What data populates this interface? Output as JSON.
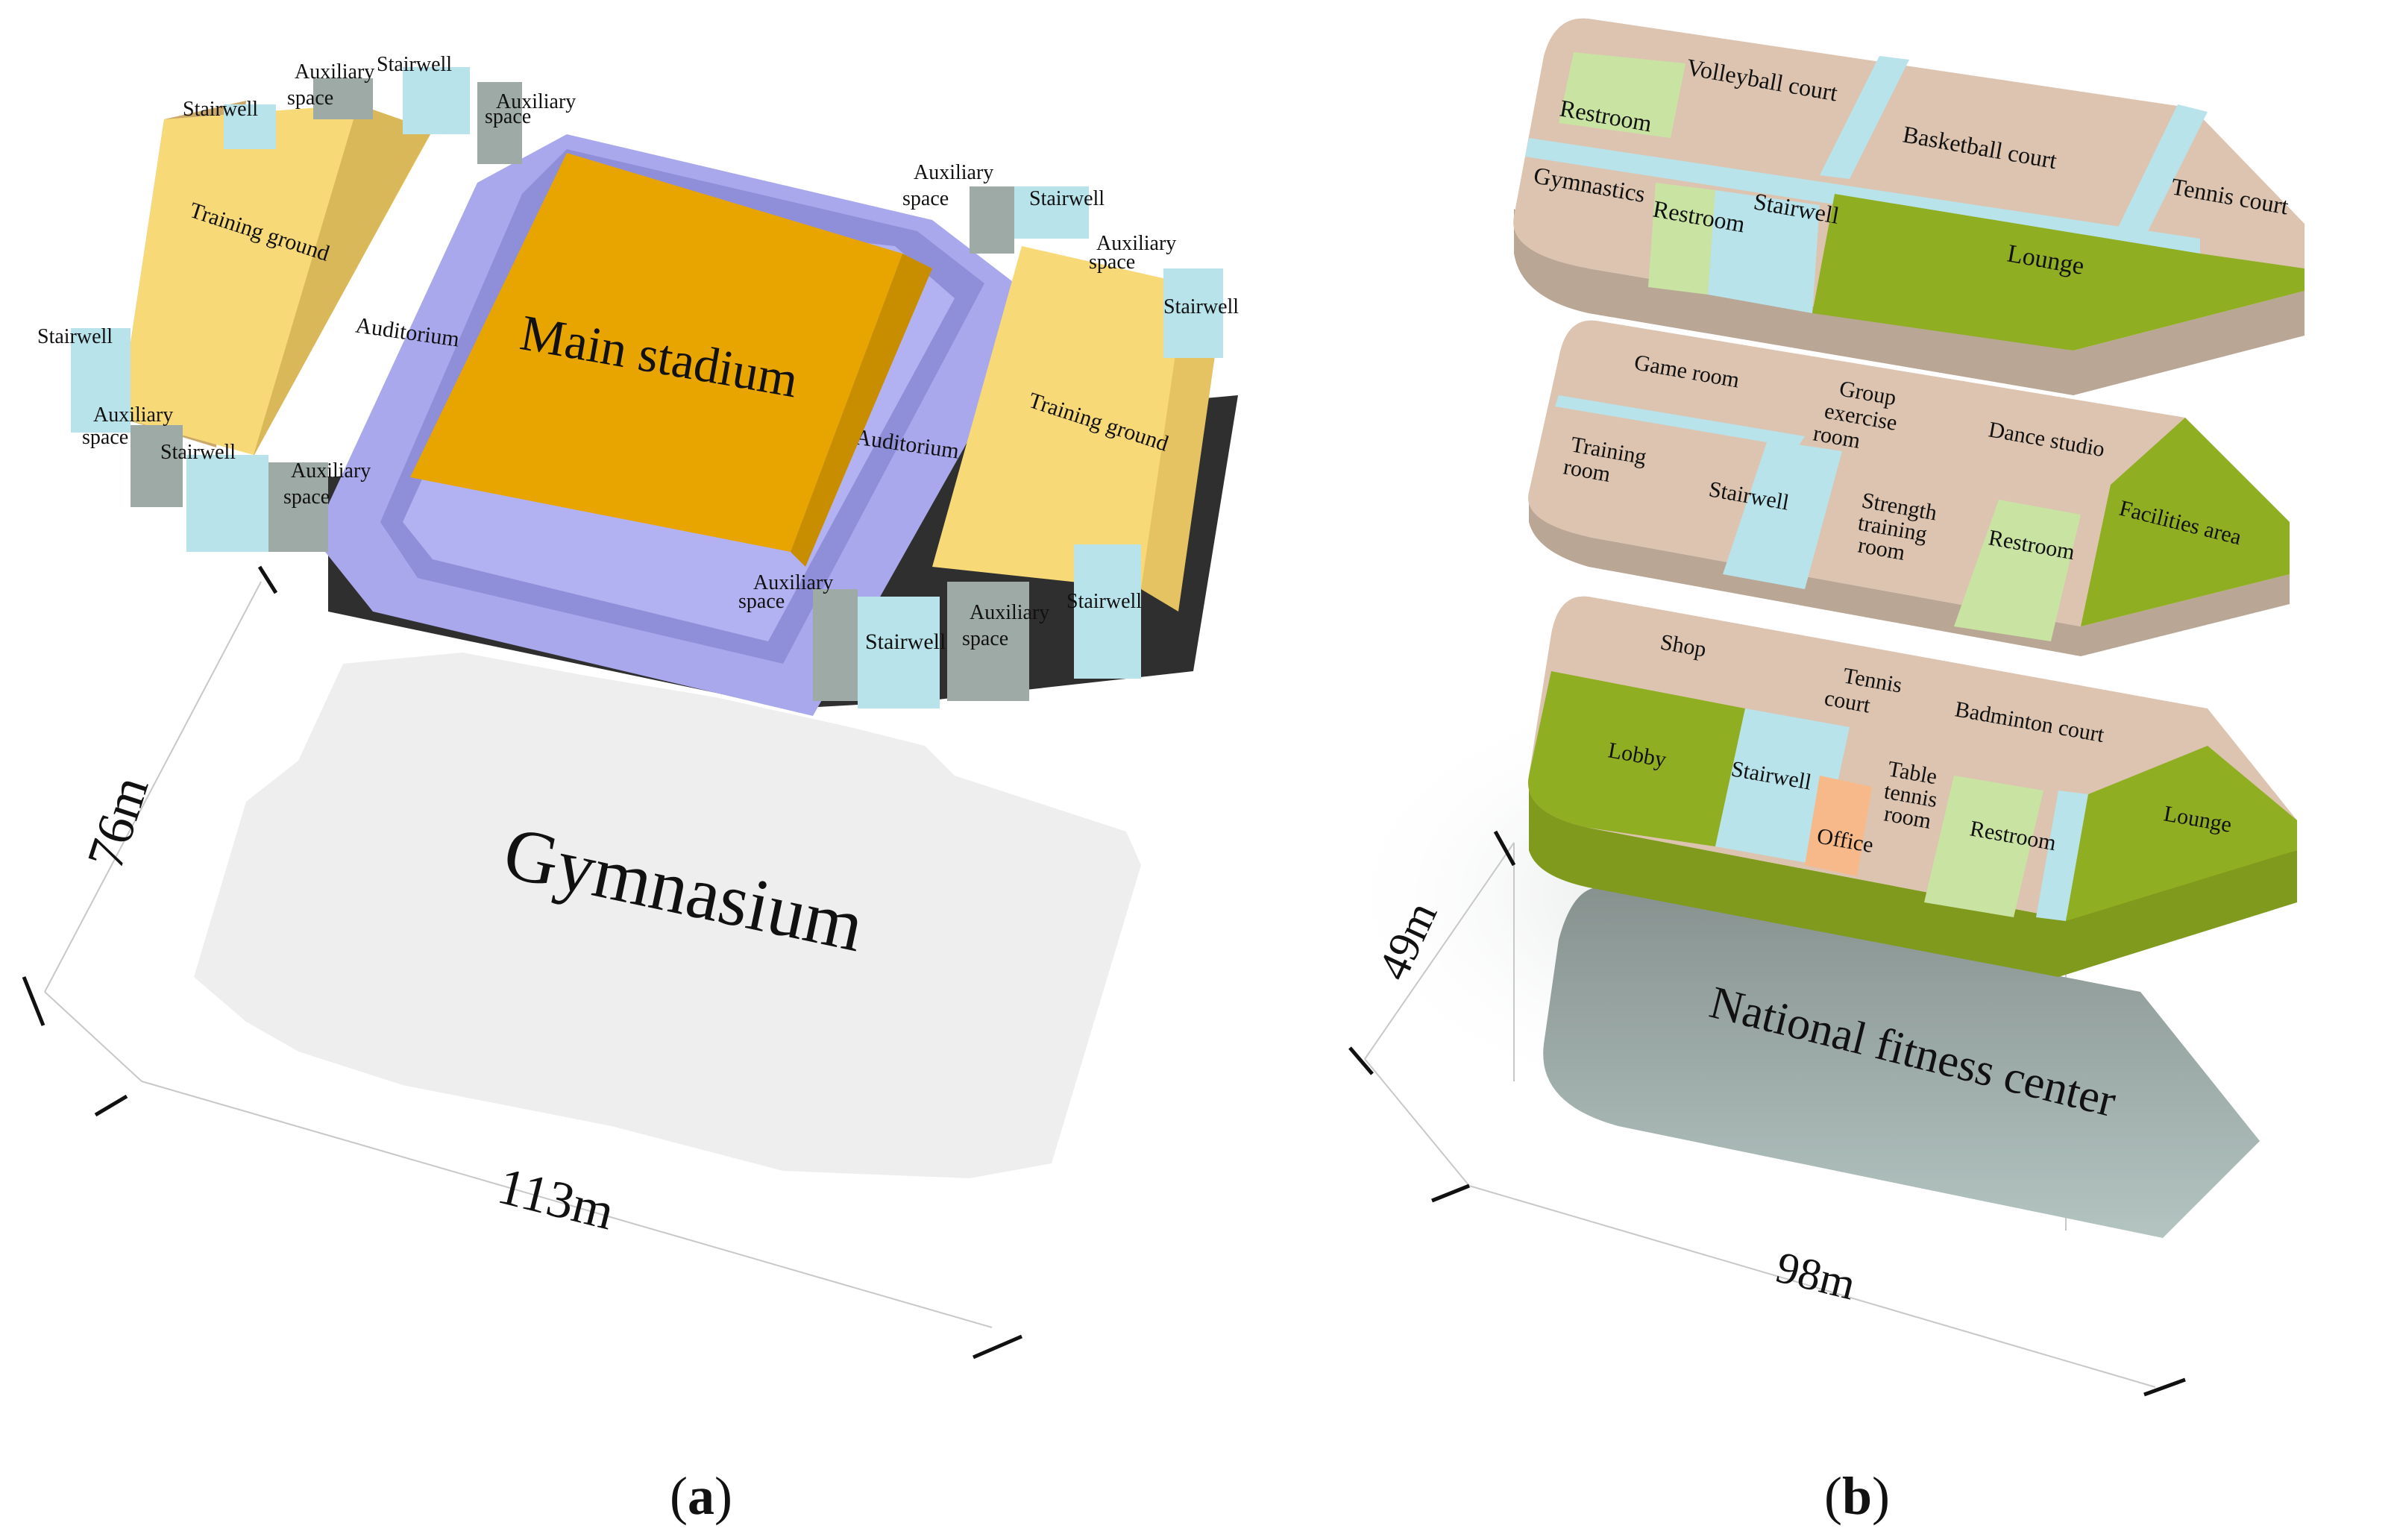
{
  "panel_a": {
    "caption_letter": "a",
    "building": "Gymnasium",
    "width_label": "113m",
    "depth_label": "76m",
    "labels": {
      "main": "Main stadium",
      "auditorium": "Auditorium",
      "training": "Training ground",
      "stairwell": "Stairwell",
      "aux1": "Auxiliary",
      "aux2": "space"
    }
  },
  "panel_b": {
    "caption_letter": "b",
    "building": "National fitness center",
    "width_label": "98m",
    "depth_label": "49m",
    "top_floor": {
      "restroom": "Restroom",
      "volleyball": "Volleyball court",
      "basketball": "Basketball court",
      "tennis": "Tennis court",
      "gymnastics": "Gymnastics",
      "restroom2": "Restroom",
      "stairwell": "Stairwell",
      "lounge": "Lounge"
    },
    "middle_floor": {
      "game_room": "Game room",
      "group1": "Group",
      "group2": "exercise",
      "group3": "room",
      "dance": "Dance studio",
      "training1": "Training",
      "training2": "room",
      "stairwell": "Stairwell",
      "strength1": "Strength",
      "strength2": "training",
      "strength3": "room",
      "restroom": "Restroom",
      "facilities": "Facilities area"
    },
    "ground_floor": {
      "shop": "Shop",
      "tennis1": "Tennis",
      "tennis2": "court",
      "badminton": "Badminton court",
      "lobby": "Lobby",
      "stairwell": "Stairwell",
      "table1": "Table",
      "table2": "tennis",
      "table3": "room",
      "office": "Office",
      "restroom": "Restroom",
      "lounge": "Lounge"
    }
  },
  "colors": {
    "main_stadium": "#e8a500",
    "auditorium": "#a9a8ec",
    "training": "#f7d978",
    "stairwell": "#b8e3ea",
    "auxiliary": "#9eaaa6",
    "footprint": "#eeeeee",
    "room": "#dcc4b0",
    "lounge_green": "#8fae22",
    "restroom_green": "#c9e3a3",
    "corridor": "#b8e3ea",
    "office": "#f7b98a",
    "fitness_base": "#8e9c99"
  }
}
